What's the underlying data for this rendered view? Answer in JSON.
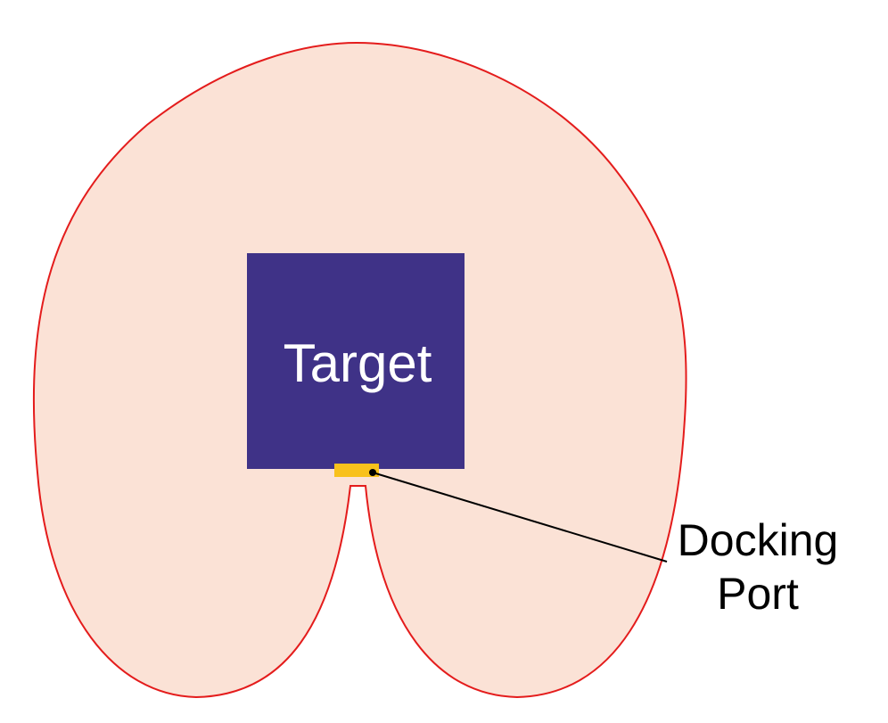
{
  "diagram": {
    "target_label": "Target",
    "docking_label_line1": "Docking",
    "docking_label_line2": "Port"
  },
  "colors": {
    "zone_fill": "#fbe2d6",
    "zone_stroke": "#e41c1c",
    "target_fill": "#3f3287",
    "target_text": "#ffffff",
    "port_fill": "#f8c11c",
    "leader_line": "#000000",
    "label_text": "#000000"
  }
}
